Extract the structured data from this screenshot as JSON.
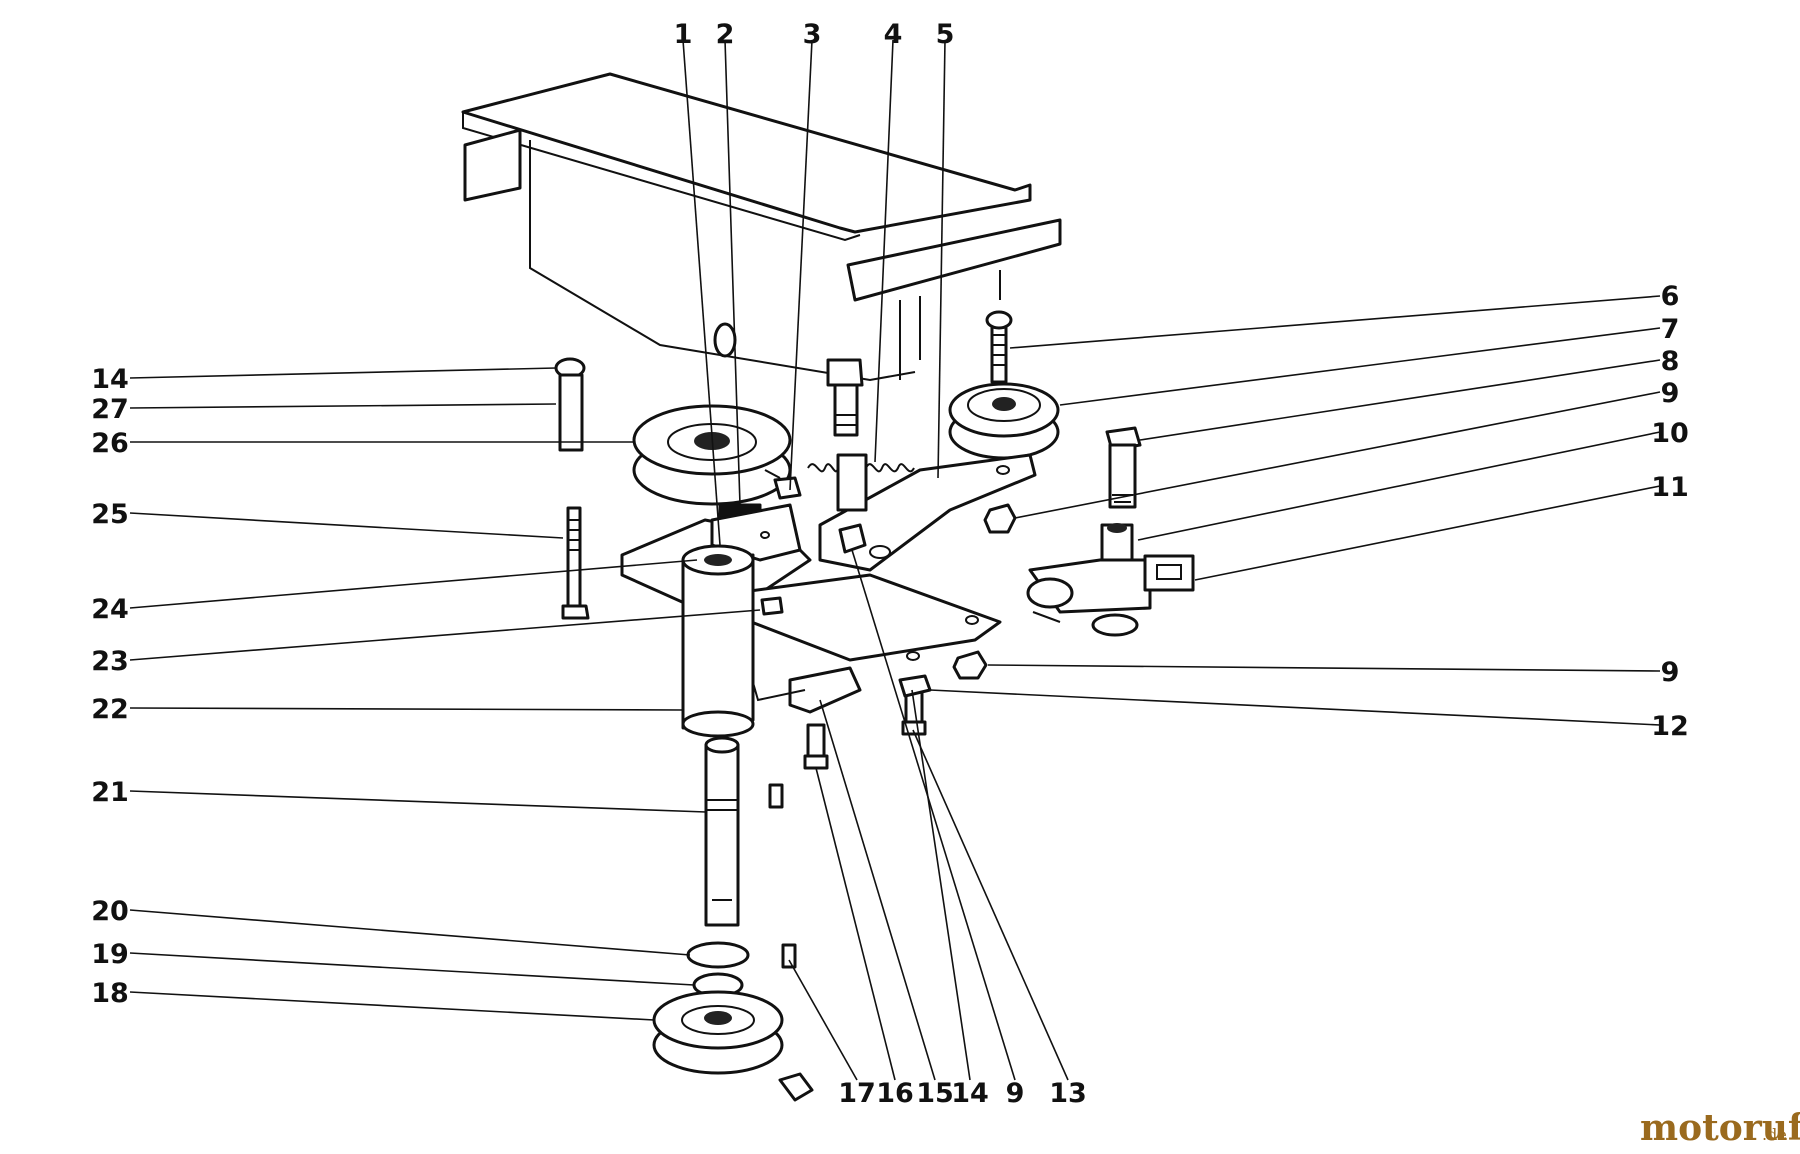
{
  "callouts": {
    "c1": "1",
    "c2": "2",
    "c3": "3",
    "c4": "4",
    "c5": "5",
    "c6": "6",
    "c7": "7",
    "c8": "8",
    "c9a": "9",
    "c10": "10",
    "c11": "11",
    "c9b": "9",
    "c12": "12",
    "c14a": "14",
    "c27": "27",
    "c26": "26",
    "c25": "25",
    "c24": "24",
    "c23": "23",
    "c22": "22",
    "c21": "21",
    "c20": "20",
    "c19": "19",
    "c18": "18",
    "c17": "17",
    "c16": "16",
    "c15": "15",
    "c14b": "14",
    "c9c": "9",
    "c13": "13"
  },
  "watermark": {
    "name": "motoruf",
    "suffix": ".de"
  },
  "colors": {
    "ink": "#111111",
    "background": "#ffffff",
    "watermark": "#9a6a1e"
  }
}
